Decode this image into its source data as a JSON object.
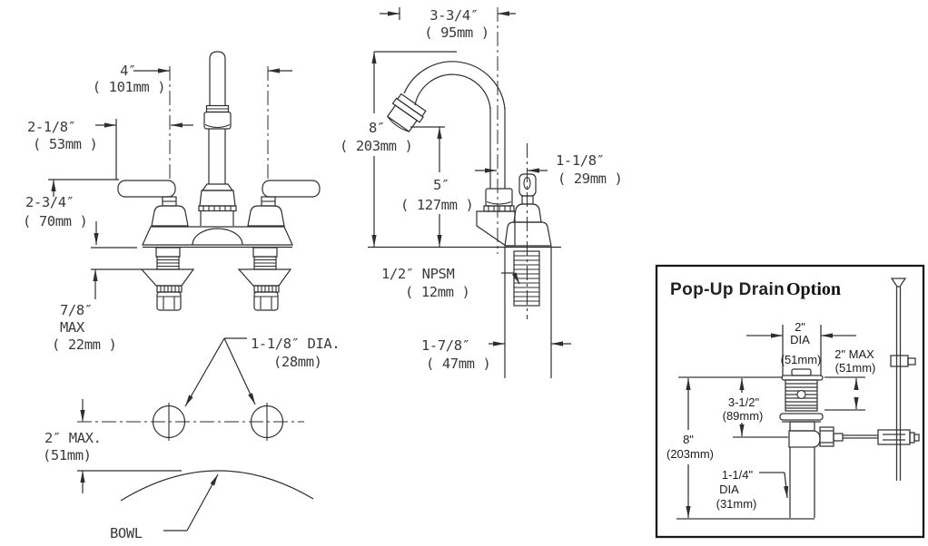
{
  "figure_title": "Faucet dimensional drawing",
  "front_view": {
    "spread_in": "4″",
    "spread_mm": "( 101mm )",
    "handle_len_in": "2-1/8″",
    "handle_len_mm": "( 53mm )",
    "handle_h_in": "2-3/4″",
    "handle_h_mm": "( 70mm )",
    "deck_in": "7/8″",
    "deck_max": "MAX",
    "deck_mm": "( 22mm )",
    "hole_in": "1-1/8″ DIA.",
    "hole_mm": "(28mm)",
    "offset_in": "2″ MAX.",
    "offset_mm": "(51mm)",
    "bowl_label": "BOWL"
  },
  "side_view": {
    "reach_in": "3-3/4″",
    "reach_mm": "( 95mm )",
    "height_in": "8″",
    "height_mm": "( 203mm )",
    "outlet_in": "5″",
    "outlet_mm": "( 127mm )",
    "handle_in": "1-1/8″",
    "handle_mm": "( 29mm )",
    "thread_in": "1/2″ NPSM",
    "thread_mm": "( 12mm )",
    "shank_in": "1-7/8″",
    "shank_mm": "( 47mm )"
  },
  "popup_box": {
    "title_regular": "Pop-Up Drain",
    "title_bold": "Option",
    "flange_in": "2\"",
    "flange_dia": "DIA",
    "flange_mm": "(51mm)",
    "adjust_in": "2\" MAX",
    "adjust_mm": "(51mm)",
    "body_in": "3-1/2\"",
    "body_mm": "(89mm)",
    "height_in": "8\"",
    "height_mm": "(203mm)",
    "pipe_in": "1-1/4\"",
    "pipe_dia": "DIA",
    "pipe_mm": "(31mm)"
  },
  "colors": {
    "line": "#2e2e2e",
    "text": "#3a3a3a",
    "background": "#ffffff"
  }
}
